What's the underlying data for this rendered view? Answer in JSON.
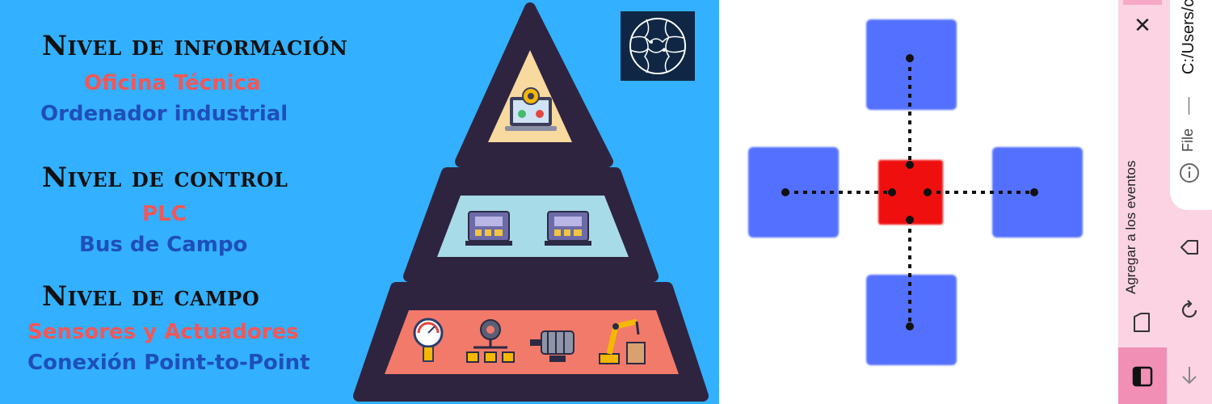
{
  "infographic": {
    "levels": [
      {
        "title": "Nivel de información",
        "lines": [
          "Oficina Técnica",
          "Ordenador industrial"
        ],
        "icons": [
          "laptop-settings-icon"
        ]
      },
      {
        "title": "Nivel de control",
        "lines": [
          "PLC",
          "Bus de Campo"
        ],
        "icons": [
          "plc-icon",
          "plc-icon"
        ]
      },
      {
        "title": "Nivel de campo",
        "lines": [
          "Sensores y Actuadores",
          "Conexión Point-to-Point"
        ],
        "icons": [
          "pressure-gauge-icon",
          "gear-network-icon",
          "motor-icon",
          "robot-arm-icon"
        ]
      }
    ],
    "colors": {
      "background": "#33b0ff",
      "pyramid_frame": "#2e2440",
      "top_fill": "#f8d9a0",
      "middle_fill": "#a8dbe8",
      "bottom_fill": "#f27a6a",
      "line_red": "#f25757",
      "line_blue": "#1e4fb8"
    },
    "logo_icon": "puzzle-globe-icon"
  },
  "diagram": {
    "nodes": [
      "top",
      "left",
      "center",
      "right",
      "bottom"
    ],
    "colors": {
      "outer": "#5470ff",
      "center": "#f00f0f",
      "link": "#111111"
    },
    "link_style": "dotted"
  },
  "side_panel": {
    "close_icon": "close-icon",
    "label": "Agregar a los eventos",
    "tab_icon": "tab-icon",
    "bottom_icon": "sidebar-icon",
    "colors": {
      "background": "#fbd3e3",
      "accent": "#f18fb4"
    }
  },
  "browser": {
    "url": "C:/Users/c",
    "file_label": "File",
    "icons": [
      "info-icon",
      "home-icon",
      "refresh-icon",
      "back-arrow-icon"
    ]
  }
}
